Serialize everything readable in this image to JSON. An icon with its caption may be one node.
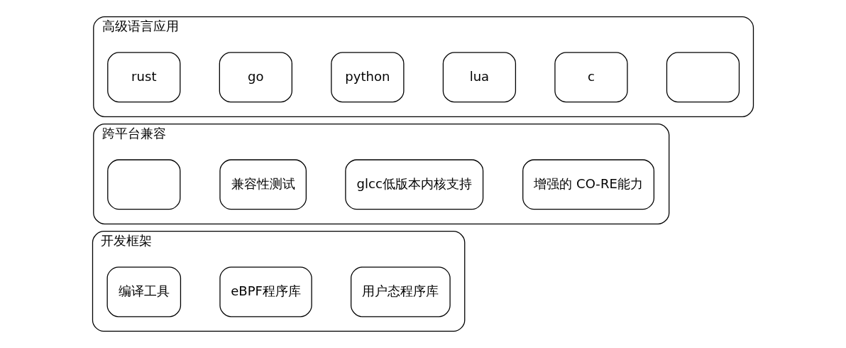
{
  "diagram": {
    "nodes": [
      {
        "text": [
          "高级语言应用"
        ]
      },
      {
        "text": [
          "rust"
        ],
        "in": 0
      },
      {
        "text": [
          "go"
        ],
        "in": 0
      },
      {
        "text": [
          "python"
        ],
        "in": 0
      },
      {
        "text": [
          "lua"
        ],
        "in": 0
      },
      {
        "text": [
          "c"
        ],
        "in": 0
      },
      {
        "text": [],
        "shape": "box",
        "in": 0
      },
      {
        "text": [
          "跨平台兼容"
        ]
      },
      {
        "text": [],
        "shape": "box",
        "in": 7
      },
      {
        "text": [
          "兼容性测试"
        ],
        "in": 7
      },
      {
        "text": [
          "glcc低版本内核支持"
        ],
        "in": 7
      },
      {
        "text": [
          "增强的 CO-RE能力"
        ],
        "in": 7
      },
      {
        "text": [
          "开发框架"
        ]
      },
      {
        "text": [
          "编译工具"
        ],
        "in": 12
      },
      {
        "text": [
          "eBPF程序库"
        ],
        "in": 12
      },
      {
        "text": [
          "用户态程序库"
        ],
        "in": 12
      }
    ],
    "edges": []
  }
}
